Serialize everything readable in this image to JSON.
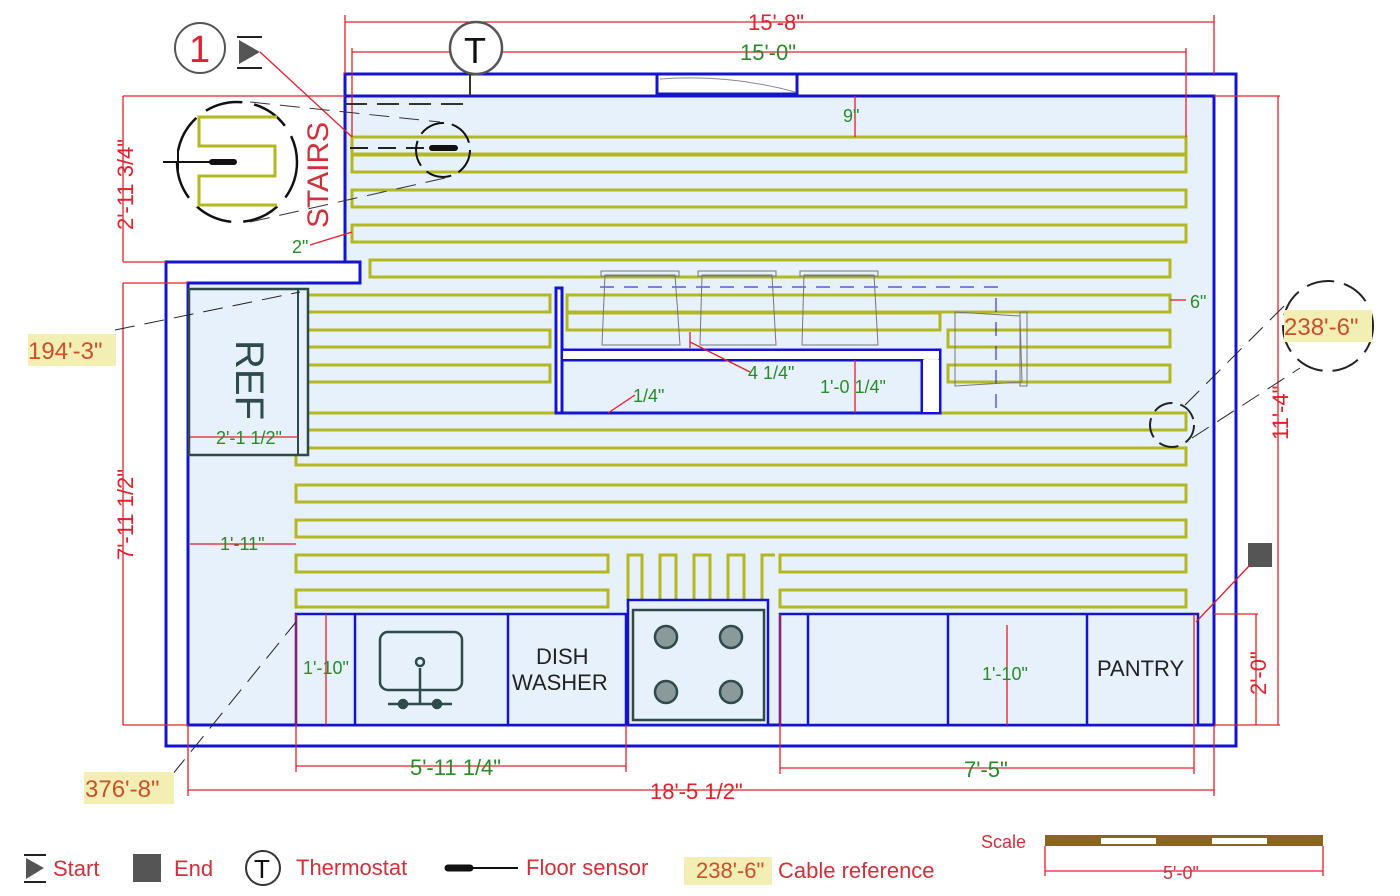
{
  "colors": {
    "wall": "#1414d0",
    "cable": "#b3b820",
    "dimension": "#e0202a",
    "inner_dimension": "#2a8a2a",
    "floor": "#e6f1fb",
    "reference_highlight": "#f2eeb4"
  },
  "labels": {
    "stairs": "STAIRS",
    "ref": "REF",
    "dishwasher_line1": "DISH",
    "dishwasher_line2": "WASHER",
    "pantry": "PANTRY",
    "start_number": "1",
    "thermostat": "T"
  },
  "dimensions": {
    "outer_width": "15'-8\"",
    "inner_width": "15'-0\"",
    "stairs_height": "2'-11 3/4\"",
    "left_height": "7'-11 1/2\"",
    "right_height": "11'-4\"",
    "counter_depth_right": "2'-0\"",
    "bottom_total": "18'-5 1/2\"",
    "bottom_left": "5'-11 1/4\"",
    "bottom_right": "7'-5\"",
    "gap_9": "9\"",
    "gap_2": "2\"",
    "gap_6": "6\"",
    "ref_width": "2'-1 1/2\"",
    "gap_1_11": "1'-11\"",
    "counter_left": "1'-10\"",
    "counter_right": "1'-10\"",
    "island_4_1_4": "4 1/4\"",
    "island_1_4": "1/4\"",
    "island_depth": "1'-0 1/4\""
  },
  "cable_references": [
    "194'-3\"",
    "238'-6\"",
    "376'-8\""
  ],
  "legend": {
    "start": "Start",
    "end": "End",
    "thermostat_symbol": "T",
    "thermostat": "Thermostat",
    "floor_sensor": "Floor sensor",
    "cable_ref_sample": "238'-6\"",
    "cable_reference": "Cable reference",
    "scale": "Scale",
    "scale_length": "5'-0\""
  }
}
